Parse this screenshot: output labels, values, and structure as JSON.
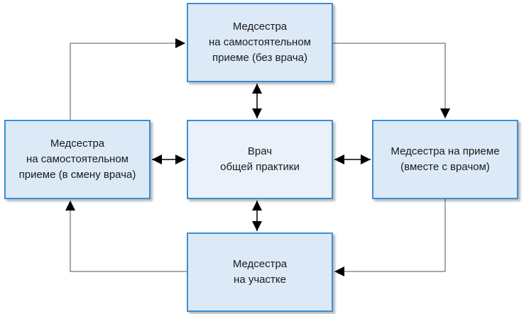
{
  "nodes": {
    "top": "Медсестра\nна самостоятельном\nприеме (без врача)",
    "left": "Медсестра\nна самостоятельном\nприеме (в смену врача)",
    "center": "Врач\nобщей практики",
    "right": "Медсестра на приеме\n(вместе с врачом)",
    "bottom": "Медсестра\nна участке"
  },
  "edges": [
    {
      "from": "left",
      "to": "top",
      "type": "one-way"
    },
    {
      "from": "top",
      "to": "right",
      "type": "one-way"
    },
    {
      "from": "right",
      "to": "bottom",
      "type": "one-way"
    },
    {
      "from": "bottom",
      "to": "left",
      "type": "one-way"
    },
    {
      "from": "center",
      "to": "top",
      "type": "two-way"
    },
    {
      "from": "center",
      "to": "left",
      "type": "two-way"
    },
    {
      "from": "center",
      "to": "right",
      "type": "two-way"
    },
    {
      "from": "center",
      "to": "bottom",
      "type": "two-way"
    }
  ],
  "colors": {
    "box_border": "#3a8fd6",
    "box_fill": "#dce9f7",
    "center_fill": "#eaf1fa",
    "connector": "#333333",
    "arrowhead": "#000000"
  }
}
